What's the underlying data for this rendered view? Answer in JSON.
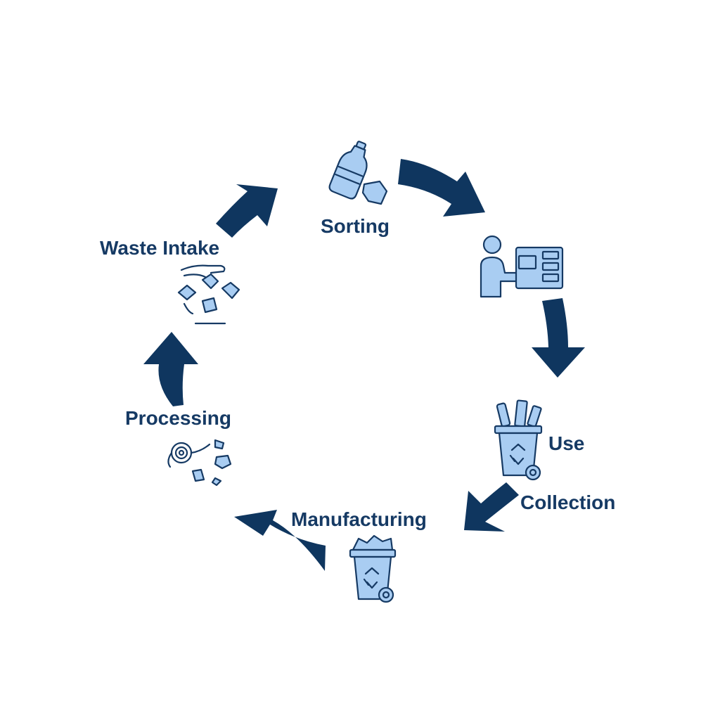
{
  "diagram": {
    "type": "cycle",
    "stages": [
      {
        "id": "sorting",
        "label": "Sorting",
        "icon": "plastic-bottle-icon"
      },
      {
        "id": "sorting-machine",
        "label": "",
        "icon": "worker-machine-icon"
      },
      {
        "id": "use",
        "label": "Use",
        "icon": "recycle-bin-full-icon"
      },
      {
        "id": "collection",
        "label": "Collection",
        "icon": ""
      },
      {
        "id": "manufacturing",
        "label": "Manufacturing",
        "icon": "recycle-bin-icon"
      },
      {
        "id": "processing",
        "label": "Processing",
        "icon": "spool-flakes-icon"
      },
      {
        "id": "waste-intake",
        "label": "Waste Intake",
        "icon": "hand-dropping-pieces-icon"
      }
    ],
    "arrow_color": "#0f365f",
    "icon_fill_color": "#a9cdf2",
    "label_color": "#163a64"
  }
}
